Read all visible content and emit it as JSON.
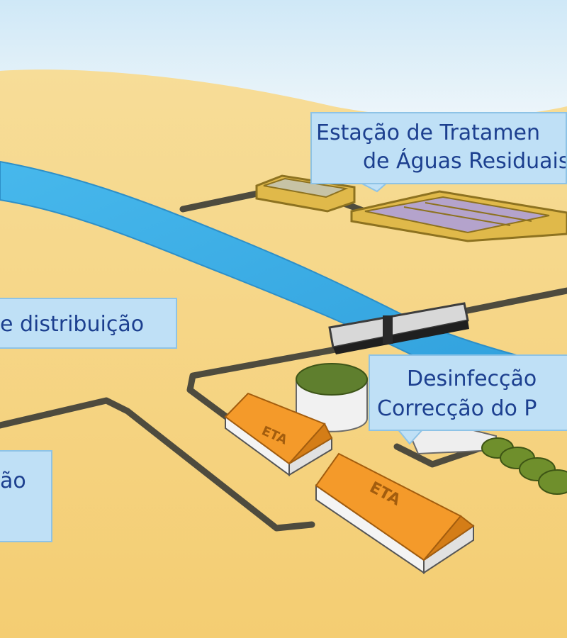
{
  "callouts": {
    "etar": {
      "line1": "Estação de Tratamen",
      "line2": "de Águas Residuais"
    },
    "distribution": {
      "text": "e distribuição"
    },
    "disinfection": {
      "line1": "Desinfecção",
      "line2": "Correcção do P"
    },
    "left_partial": {
      "text": "ão"
    }
  },
  "buildings": {
    "small_roof_label": "ETA",
    "large_roof_label": "ETA"
  },
  "colors": {
    "sky": "#d8ecf8",
    "ground": "#f6d27c",
    "river": "#3fb2e8",
    "pipe": "#4e4b3e",
    "roof": "#f49a2a",
    "callout_bg": "#bfe0f6",
    "callout_text": "#1c3f8f"
  },
  "icons": [
    "river",
    "pipeline",
    "bridge",
    "settling-tank",
    "treatment-building",
    "filter-basin",
    "tree-row"
  ]
}
